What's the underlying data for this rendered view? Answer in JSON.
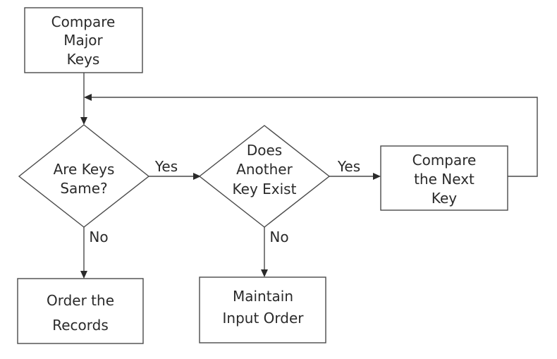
{
  "nodes": {
    "compare_major": [
      "Compare",
      "Major",
      "Keys"
    ],
    "are_keys_same": [
      "Are Keys",
      "Same?"
    ],
    "another_key": [
      "Does",
      "Another",
      "Key Exist"
    ],
    "compare_next": [
      "Compare",
      "the Next",
      "Key"
    ],
    "order_records": [
      "Order the",
      "Records"
    ],
    "maintain_order": [
      "Maintain",
      "Input Order"
    ]
  },
  "edges": {
    "same_yes": "Yes",
    "same_no": "No",
    "another_yes": "Yes",
    "another_no": "No"
  }
}
